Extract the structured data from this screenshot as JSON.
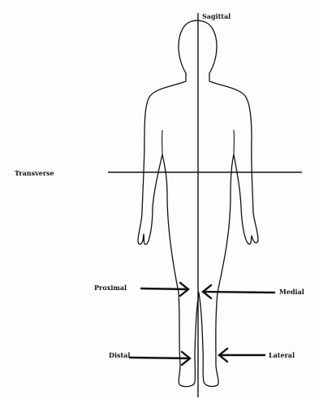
{
  "diagram": {
    "labels": {
      "sagittal": "Sagittal",
      "transverse": "Transverse",
      "proximal": "Proximal",
      "medial": "Medial",
      "distal": "Distal",
      "lateral": "Lateral"
    },
    "colors": {
      "ink": "#111111",
      "background": "#fdfdfd"
    }
  }
}
